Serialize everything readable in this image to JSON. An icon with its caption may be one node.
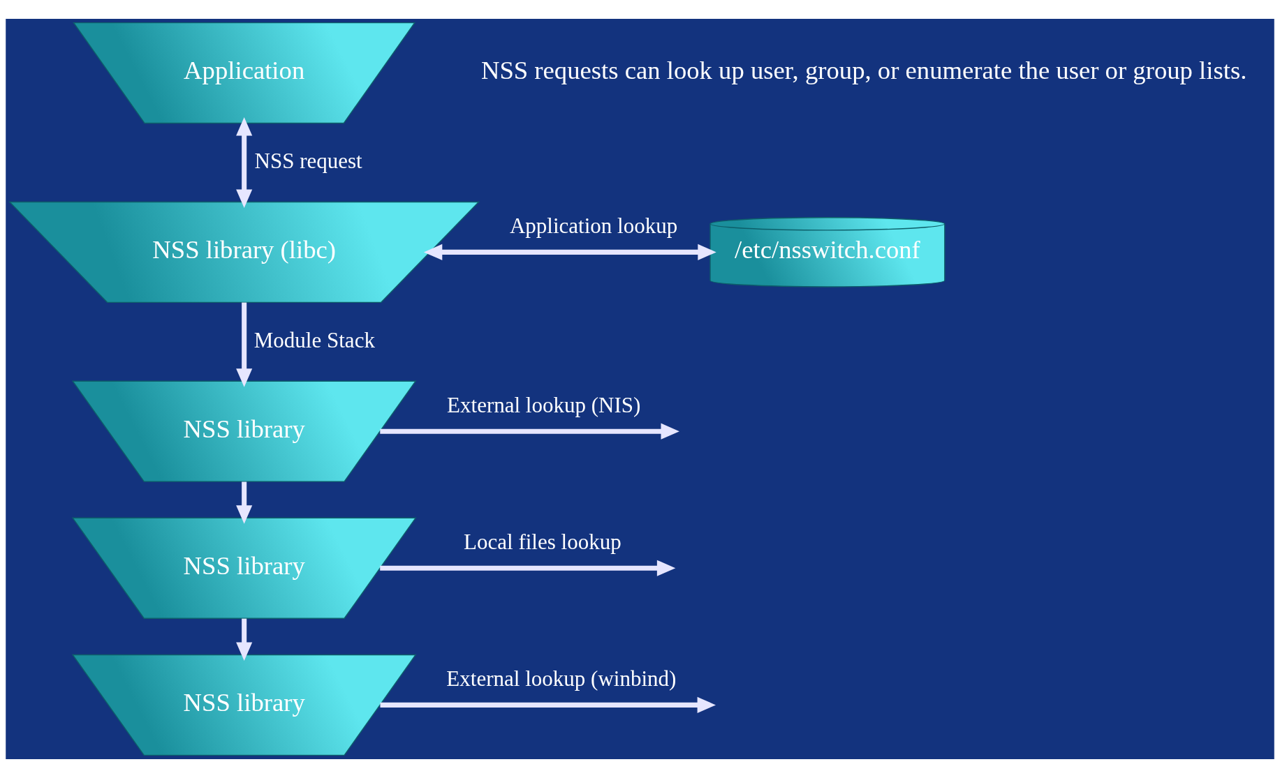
{
  "diagram": {
    "nodes": [
      {
        "text": [
          "Application"
        ]
      },
      {
        "text": [
          "NSS library (libc)"
        ]
      },
      {
        "text": [
          "/etc/nsswitch.conf"
        ]
      },
      {
        "text": [
          "NSS library"
        ]
      },
      {
        "text": [
          "NSS library"
        ]
      },
      {
        "text": [
          "NSS library"
        ]
      }
    ],
    "edges": [
      {
        "from": 0,
        "to": 1,
        "arrow": "both",
        "label": "NSS request"
      },
      {
        "from": 1,
        "to": 2,
        "arrow": "both",
        "label": "Application lookup"
      },
      {
        "from": 1,
        "to": 3,
        "arrow": "to",
        "label": "Module Stack"
      },
      {
        "from": 3,
        "to": 4,
        "arrow": "to"
      },
      {
        "from": 4,
        "to": 5,
        "arrow": "to"
      },
      {
        "from": 3,
        "to": null,
        "arrow": "to",
        "label": "External lookup (NIS)"
      },
      {
        "from": 4,
        "to": null,
        "arrow": "to",
        "label": "Local files lookup"
      },
      {
        "from": 5,
        "to": null,
        "arrow": "to",
        "label": "External lookup (winbind)"
      }
    ],
    "labels": [
      "NSS requests can look up user, group, or enumerate the user or group lists."
    ]
  }
}
